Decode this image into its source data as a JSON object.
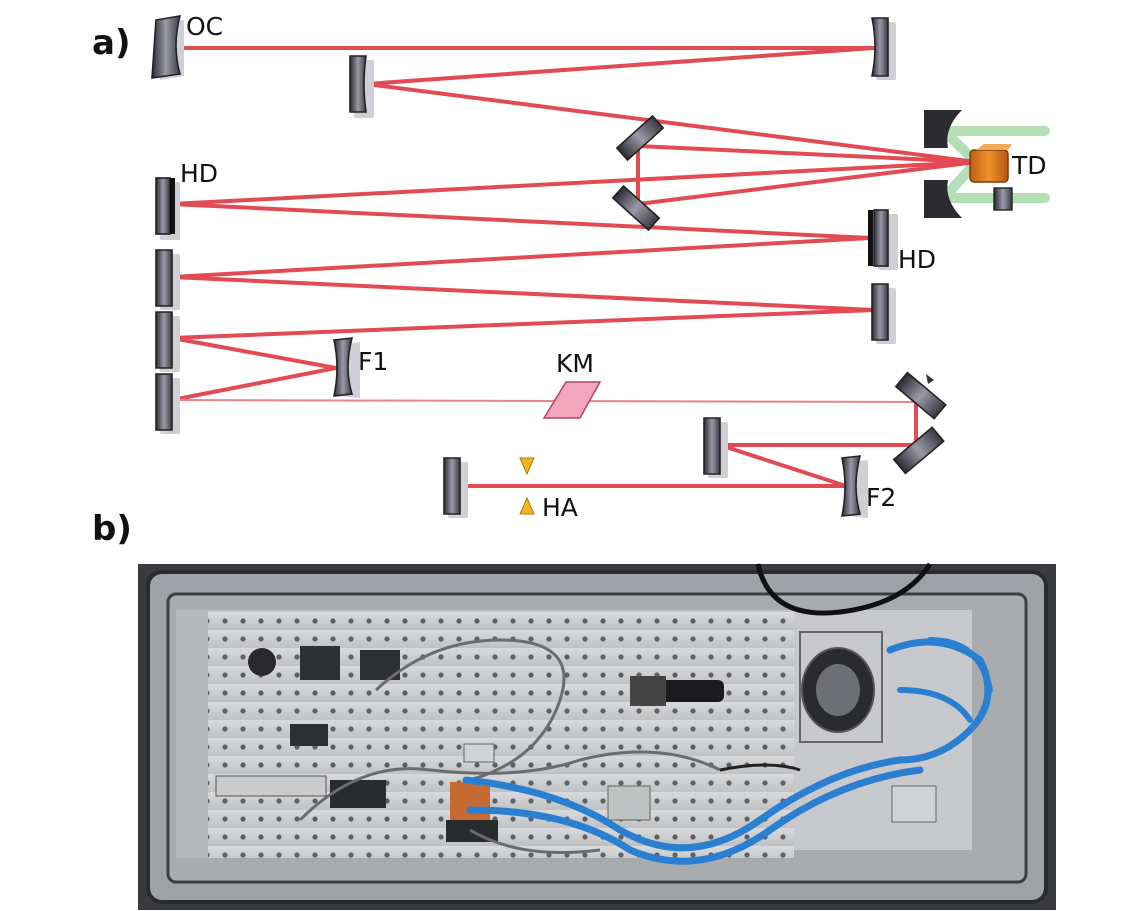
{
  "panels": {
    "a": "a)",
    "b": "b)"
  },
  "labels": {
    "oc": "OC",
    "td": "TD",
    "hd_left": "HD",
    "hd_right": "HD",
    "f1": "F1",
    "km": "KM",
    "f2": "F2",
    "ha": "HA"
  },
  "colors": {
    "beam": "#e24b53",
    "pump": "#a7d9a7",
    "crystal": "#e07b1f",
    "km_plate": "#f2a6bd",
    "aperture": "#f2b422",
    "hose": "#2b7fd0"
  }
}
